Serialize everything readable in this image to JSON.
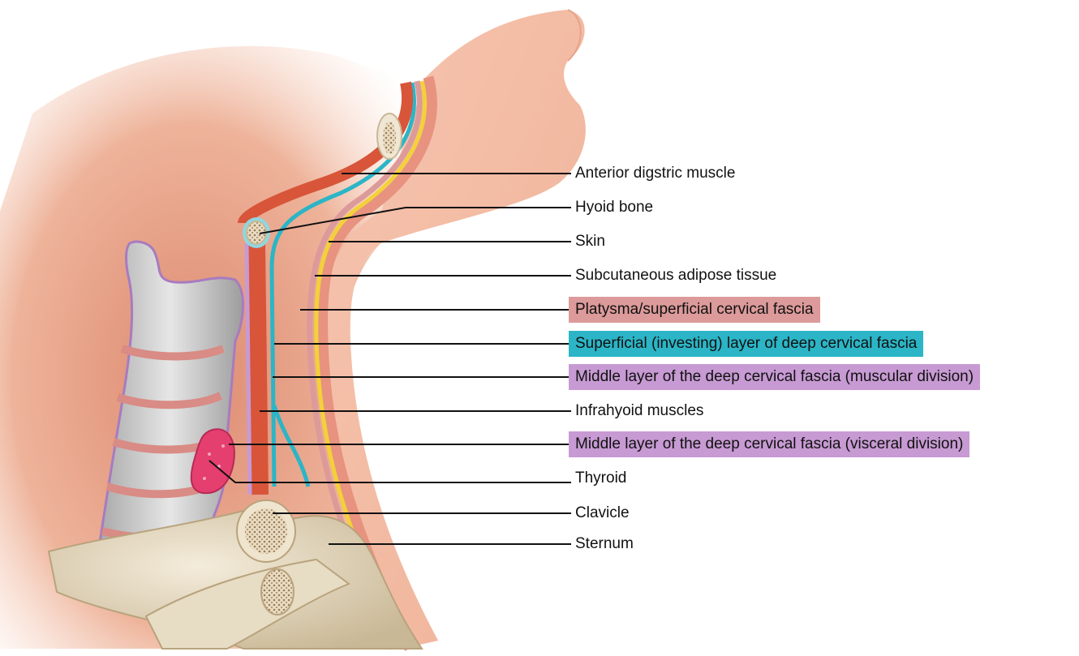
{
  "colors": {
    "skin": "#f1b9a0",
    "platysma": "#dc9a9a",
    "investing": "#2bb5c6",
    "middle_layer": "#c79ad3",
    "adipose": "#f3d13a",
    "muscle": "#d8553a",
    "bone": "#d9ccb2",
    "thyroid": "#e43f6f",
    "leader": "#111111"
  },
  "labels": [
    {
      "id": "anterior-digastric-muscle",
      "text": "Anterior digstric muscle",
      "highlight": ""
    },
    {
      "id": "hyoid-bone",
      "text": "Hyoid bone",
      "highlight": ""
    },
    {
      "id": "skin",
      "text": "Skin",
      "highlight": ""
    },
    {
      "id": "subcutaneous-adipose-tissue",
      "text": "Subcutaneous adipose tissue",
      "highlight": ""
    },
    {
      "id": "platysma",
      "text": "Platysma/superficial cervical fascia",
      "highlight": "platysma"
    },
    {
      "id": "superficial-investing-layer",
      "text": "Superficial (investing) layer of deep cervical fascia",
      "highlight": "investing"
    },
    {
      "id": "middle-layer-muscular",
      "text": "Middle layer of the deep cervical fascia (muscular division)",
      "highlight": "middle_layer"
    },
    {
      "id": "infrahyoid-muscles",
      "text": "Infrahyoid muscles",
      "highlight": ""
    },
    {
      "id": "middle-layer-visceral",
      "text": "Middle layer of the deep cervical fascia (visceral division)",
      "highlight": "middle_layer"
    },
    {
      "id": "thyroid",
      "text": "Thyroid",
      "highlight": ""
    },
    {
      "id": "clavicle",
      "text": "Clavicle",
      "highlight": ""
    },
    {
      "id": "sternum",
      "text": "Sternum",
      "highlight": ""
    }
  ]
}
